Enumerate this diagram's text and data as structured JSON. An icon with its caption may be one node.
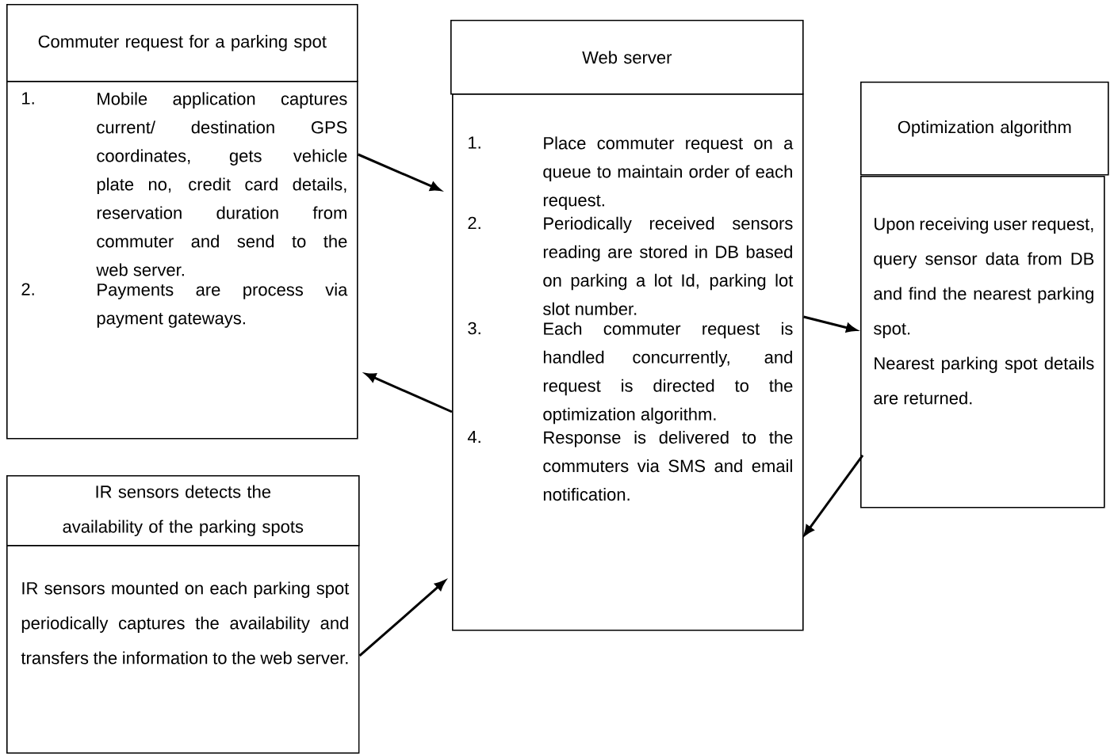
{
  "diagram": {
    "nodes": [
      {
        "text": [
          "Commuter request for a parking spot"
        ]
      },
      {
        "text": [
          "1.",
          "Mobile application captures current/ destination GPS coordinates, gets vehicle plate no, credit card details, reservation duration from commuter and send to the web server.",
          "2.",
          "Payments are process via payment gateways."
        ]
      },
      {
        "text": [
          "Web server"
        ]
      },
      {
        "text": [
          "1.",
          "Place commuter request on a queue to maintain order of each request.",
          "2.",
          "Periodically received sensors reading are stored in DB based on parking a lot Id, parking lot slot number.",
          "3.",
          "Each commuter request is handled concurrently, and request is directed to the optimization algorithm.",
          "4.",
          "Response is delivered to the commuters via SMS and email notification."
        ]
      },
      {
        "text": [
          "Optimization algorithm"
        ]
      },
      {
        "text": [
          "Upon receiving user request, query sensor data from DB and find the nearest parking spot.",
          "Nearest parking spot details are returned."
        ]
      },
      {
        "text": [
          "IR sensors detects the availability of the parking spots"
        ]
      },
      {
        "text": [
          "IR sensors mounted on each parking spot periodically captures the availability and transfers the information to the web server."
        ]
      }
    ],
    "edges": [
      {
        "from": 1,
        "to": 3,
        "arrow": "to"
      },
      {
        "from": 3,
        "to": 1,
        "arrow": "to"
      },
      {
        "from": 3,
        "to": 5,
        "arrow": "to"
      },
      {
        "from": 5,
        "to": 3,
        "arrow": "to"
      },
      {
        "from": 7,
        "to": 3,
        "arrow": "to"
      }
    ]
  }
}
